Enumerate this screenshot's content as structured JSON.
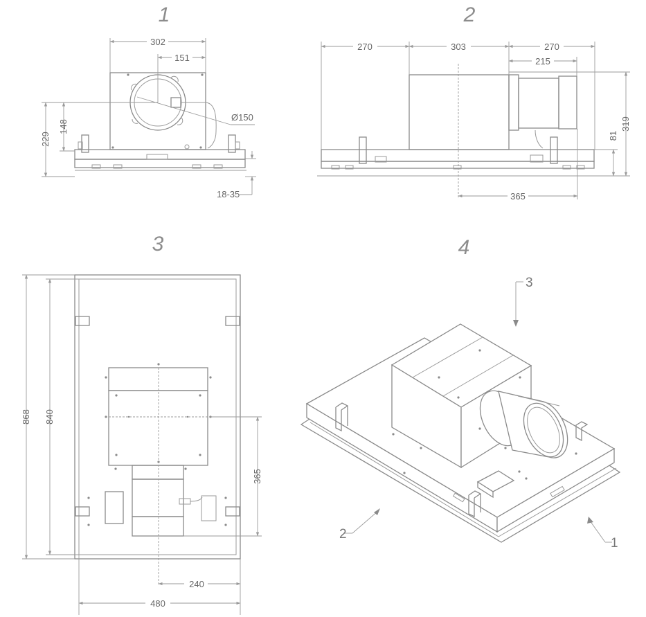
{
  "views": [
    {
      "label": "1"
    },
    {
      "label": "2"
    },
    {
      "label": "3"
    },
    {
      "label": "4"
    }
  ],
  "view1": {
    "width_302": "302",
    "half_151": "151",
    "diameter": "Ø150",
    "height_229": "229",
    "height_148": "148",
    "ceiling_range": "18-35"
  },
  "view2": {
    "left_270": "270",
    "middle_303": "303",
    "right_270": "270",
    "collar_215": "215",
    "height_319": "319",
    "height_81": "81",
    "offset_365": "365"
  },
  "view3": {
    "length_868": "868",
    "length_840": "840",
    "offset_365": "365",
    "half_240": "240",
    "width_480": "480"
  },
  "view4": {
    "arrow_1": "1",
    "arrow_2": "2",
    "arrow_3": "3"
  }
}
